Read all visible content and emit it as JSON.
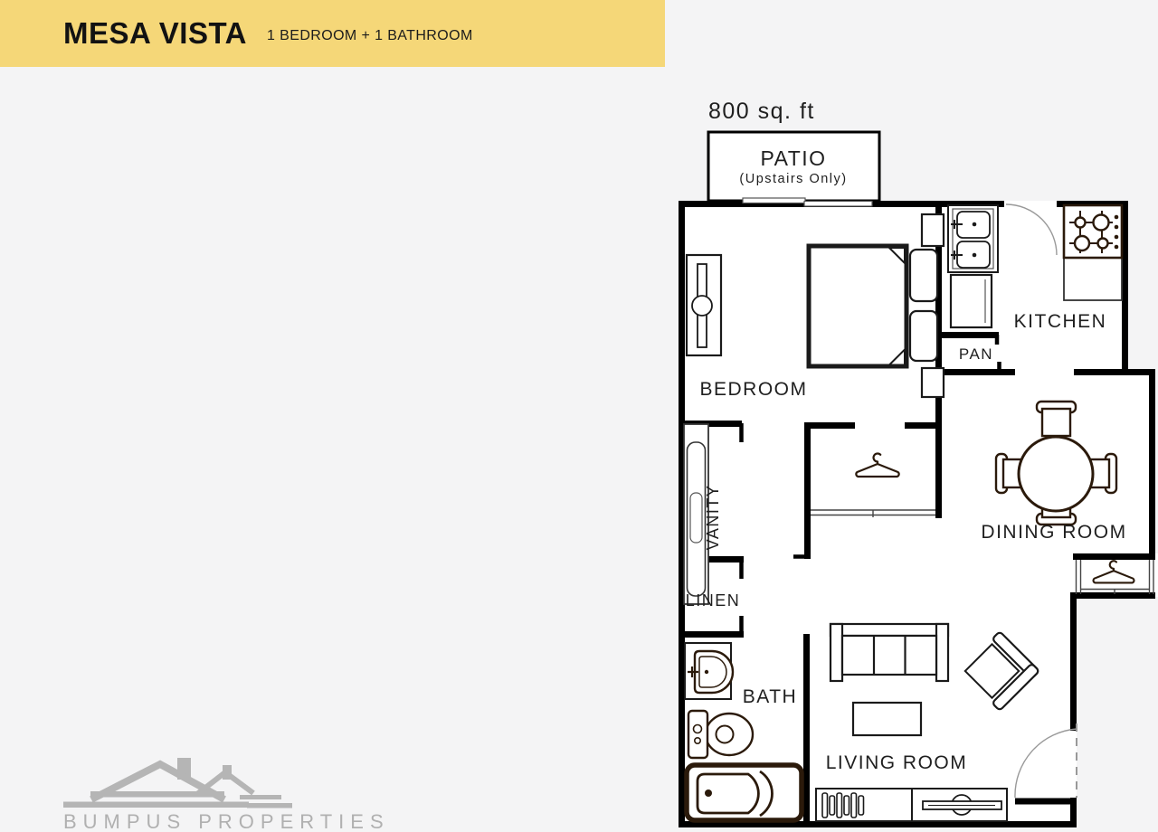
{
  "banner": {
    "title": "MESA VISTA",
    "subtitle": "1 BEDROOM + 1 BATHROOM"
  },
  "plan": {
    "area": "800 sq. ft",
    "labels": {
      "patio": "PATIO",
      "patio_note": "(Upstairs Only)",
      "bedroom": "BEDROOM",
      "kitchen": "KITCHEN",
      "pantry": "PAN",
      "vanity": "VANITY",
      "linen": "LINEN",
      "dining": "DINING ROOM",
      "bath": "BATH",
      "living": "LIVING ROOM"
    }
  },
  "logo": {
    "company": "BUMPUS PROPERTIES"
  },
  "colors": {
    "banner_bg": "#F5D778",
    "wall": "#000000",
    "furn": "#1a1a1a",
    "furn_accent": "#2b1a0b",
    "logo_gray": "#b5b5b5",
    "page_bg": "#f4f4f5"
  }
}
